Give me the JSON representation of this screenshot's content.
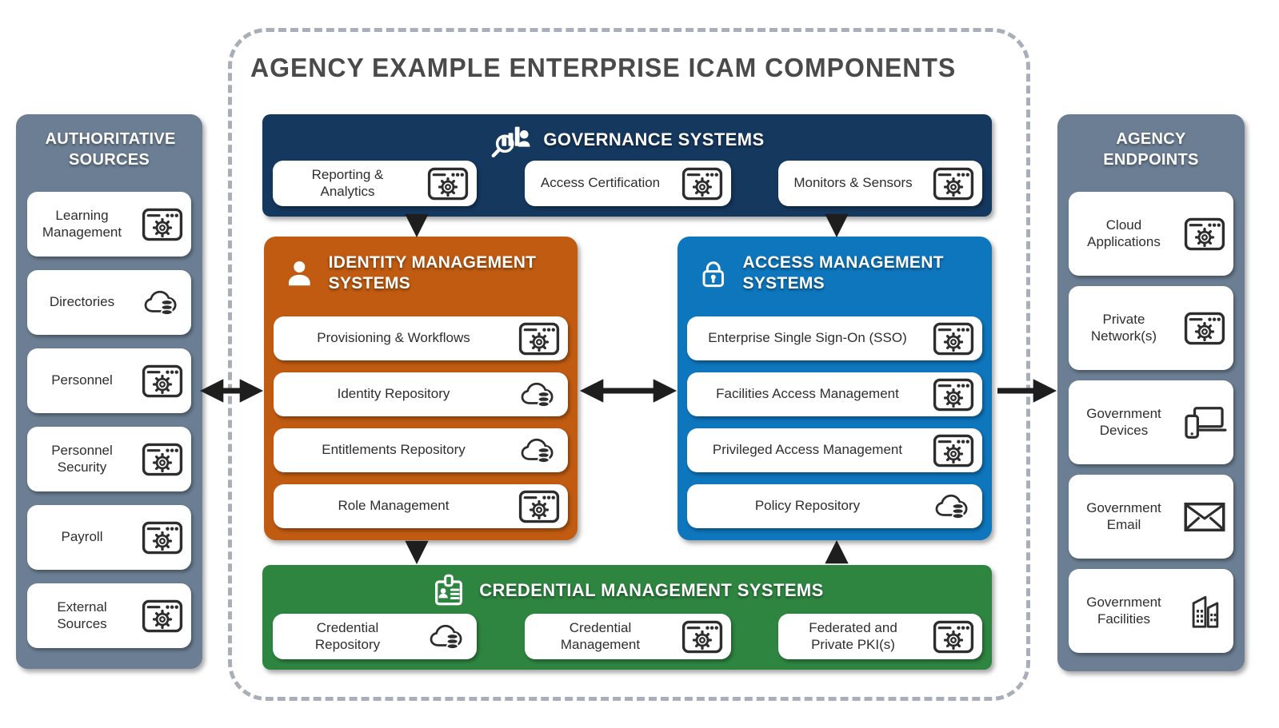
{
  "title": "AGENCY EXAMPLE ENTERPRISE ICAM COMPONENTS",
  "colors": {
    "governance_navy": "#15385f",
    "identity_orange": "#c05b11",
    "access_blue": "#0e76bd",
    "credential_green": "#2e8540",
    "sidebar_slate": "#6b7e93",
    "arrow_black": "#1e1e1e",
    "dashed_border_gray": "#a9afb9"
  },
  "authoritative_sources": {
    "title": "AUTHORITATIVE SOURCES",
    "items": [
      {
        "label": "Learning Management",
        "icon": "app-gear-icon"
      },
      {
        "label": "Directories",
        "icon": "cloud-database-icon"
      },
      {
        "label": "Personnel",
        "icon": "app-gear-icon"
      },
      {
        "label": "Personnel Security",
        "icon": "app-gear-icon"
      },
      {
        "label": "Payroll",
        "icon": "app-gear-icon"
      },
      {
        "label": "External Sources",
        "icon": "app-gear-icon"
      }
    ]
  },
  "governance": {
    "title": "GOVERNANCE SYSTEMS",
    "icon": "analytics-search-icon",
    "items": [
      {
        "label": "Reporting & Analytics",
        "icon": "app-gear-icon"
      },
      {
        "label": "Access Certification",
        "icon": "app-gear-icon"
      },
      {
        "label": "Monitors & Sensors",
        "icon": "app-gear-icon"
      }
    ]
  },
  "identity": {
    "title": "IDENTITY MANAGEMENT SYSTEMS",
    "icon": "person-icon",
    "items": [
      {
        "label": "Provisioning & Workflows",
        "icon": "app-gear-icon"
      },
      {
        "label": "Identity Repository",
        "icon": "cloud-database-icon"
      },
      {
        "label": "Entitlements Repository",
        "icon": "cloud-database-icon"
      },
      {
        "label": "Role Management",
        "icon": "app-gear-icon"
      }
    ]
  },
  "access": {
    "title": "ACCESS MANAGEMENT SYSTEMS",
    "icon": "lock-icon",
    "items": [
      {
        "label": "Enterprise Single Sign-On (SSO)",
        "icon": "app-gear-icon"
      },
      {
        "label": "Facilities Access Management",
        "icon": "app-gear-icon"
      },
      {
        "label": "Privileged Access Management",
        "icon": "app-gear-icon"
      },
      {
        "label": "Policy Repository",
        "icon": "cloud-database-icon"
      }
    ]
  },
  "credential": {
    "title": "CREDENTIAL MANAGEMENT SYSTEMS",
    "icon": "id-badge-icon",
    "items": [
      {
        "label": "Credential Repository",
        "icon": "cloud-database-icon"
      },
      {
        "label": "Credential Management",
        "icon": "app-gear-icon"
      },
      {
        "label": "Federated and Private PKI(s)",
        "icon": "app-gear-icon"
      }
    ]
  },
  "agency_endpoints": {
    "title": "AGENCY ENDPOINTS",
    "items": [
      {
        "label": "Cloud Applications",
        "icon": "app-gear-icon"
      },
      {
        "label": "Private Network(s)",
        "icon": "app-gear-icon"
      },
      {
        "label": "Government Devices",
        "icon": "devices-icon"
      },
      {
        "label": "Government Email",
        "icon": "email-icon"
      },
      {
        "label": "Government Facilities",
        "icon": "buildings-icon"
      }
    ]
  }
}
